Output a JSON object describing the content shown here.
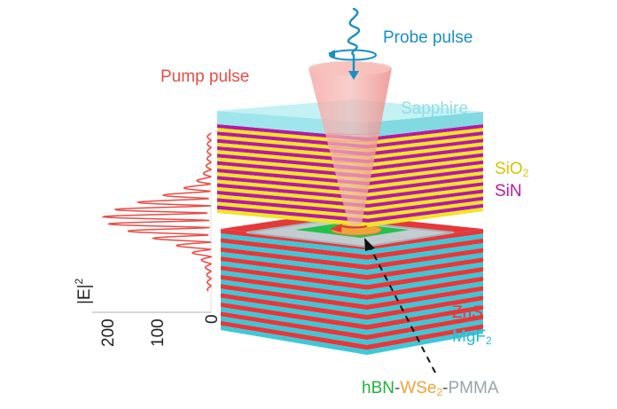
{
  "labels": {
    "probe_pulse": "Probe pulse",
    "pump_pulse": "Pump pulse",
    "sapphire": "Sapphire",
    "sio2_main": "SiO",
    "sio2_sub": "2",
    "sin": "SiN",
    "zns": "ZnS",
    "mgf2_main": "MgF",
    "mgf2_sub": "2",
    "hbn": "hBN",
    "dash1": "-",
    "wse2_main": "WSe",
    "wse2_sub": "2",
    "dash2": "-",
    "pmma": "PMMA"
  },
  "field_axis": {
    "title": "|E|",
    "title_exp": "2",
    "ticks": [
      "200",
      "100",
      "0"
    ]
  },
  "colors": {
    "probe": "#1a8fc4",
    "pump": "#e84c47",
    "sapphire": "#9fe6ec",
    "sio2": "#f2e61f",
    "sin": "#b51aa6",
    "zns": "#e5383a",
    "mgf2": "#3cc8d8",
    "hbn": "#1fbf3a",
    "wse2": "#f0a33a",
    "pmma": "#a8b2b8"
  },
  "icons": [
    "probe-wave-icon",
    "polarization-arrow-icon",
    "cone-beam-icon",
    "dashed-pointer-arrow-icon"
  ]
}
